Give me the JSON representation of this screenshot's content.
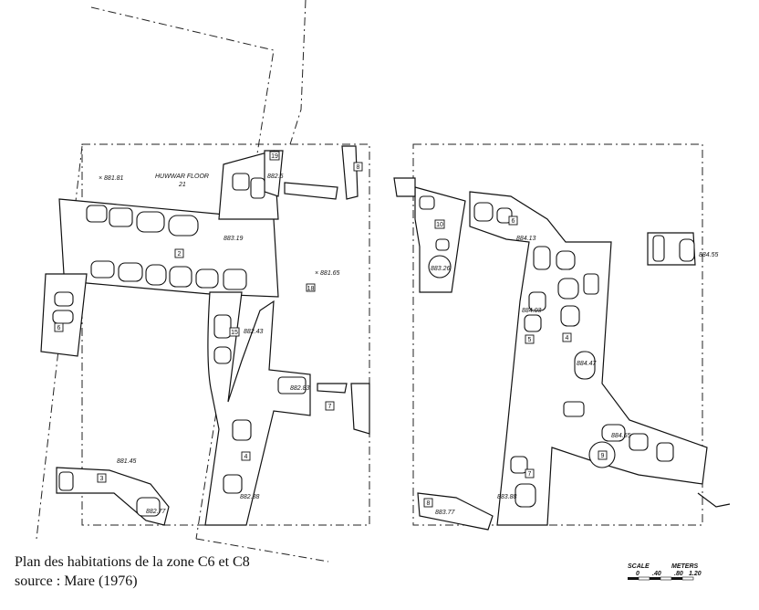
{
  "caption": {
    "line1": "Plan des habitations de la zone C6 et C8",
    "line2": "source : Mare (1976)"
  },
  "left_plan": {
    "floor_label": "HUWWAR FLOOR",
    "floor_number": "21",
    "elevations": [
      "× 881.81",
      "882.5",
      "883.19",
      "× 881.65",
      "882.43",
      "882.83",
      "881.45",
      "882.77",
      "882.38"
    ],
    "locus_numbers": [
      "19",
      "8",
      "2",
      "18",
      "6",
      "15",
      "7",
      "4",
      "3"
    ]
  },
  "right_plan": {
    "elevations": [
      "884.13",
      "883.26",
      "884.55",
      "884.03",
      "884.47",
      "884.65",
      "883.77",
      "883.88"
    ],
    "locus_numbers": [
      "10",
      "6",
      "5",
      "4",
      "9",
      "7",
      "8"
    ]
  },
  "scale_bar": {
    "title": "SCALE",
    "unit": "METERS",
    "ticks": [
      "0",
      ".40",
      ".80",
      "1.20"
    ]
  }
}
